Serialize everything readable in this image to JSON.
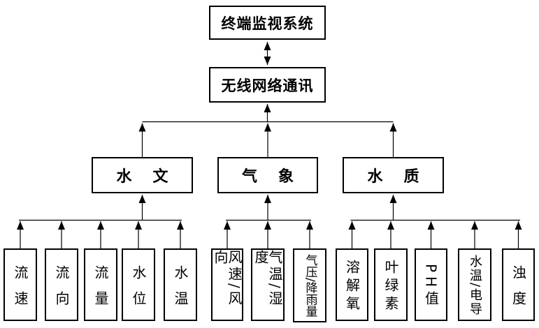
{
  "diagram": {
    "root": {
      "label": "终端监视系统"
    },
    "comm": {
      "label": "无线网络通讯"
    },
    "categories": [
      {
        "label": "水文"
      },
      {
        "label": "气象"
      },
      {
        "label": "水质"
      }
    ],
    "sensors": {
      "hydrology": [
        "流速",
        "流向",
        "流量",
        "水位",
        "水温"
      ],
      "meteorology": [
        "风速/风向",
        "气温/湿度",
        "气压/降雨量"
      ],
      "water_quality": [
        "溶解氧",
        "叶绿素",
        "PH值",
        "水温/电导",
        "浊度"
      ]
    },
    "colors": {
      "line": "#000000",
      "border": "#000000",
      "background": "#ffffff",
      "text": "#000000"
    }
  }
}
